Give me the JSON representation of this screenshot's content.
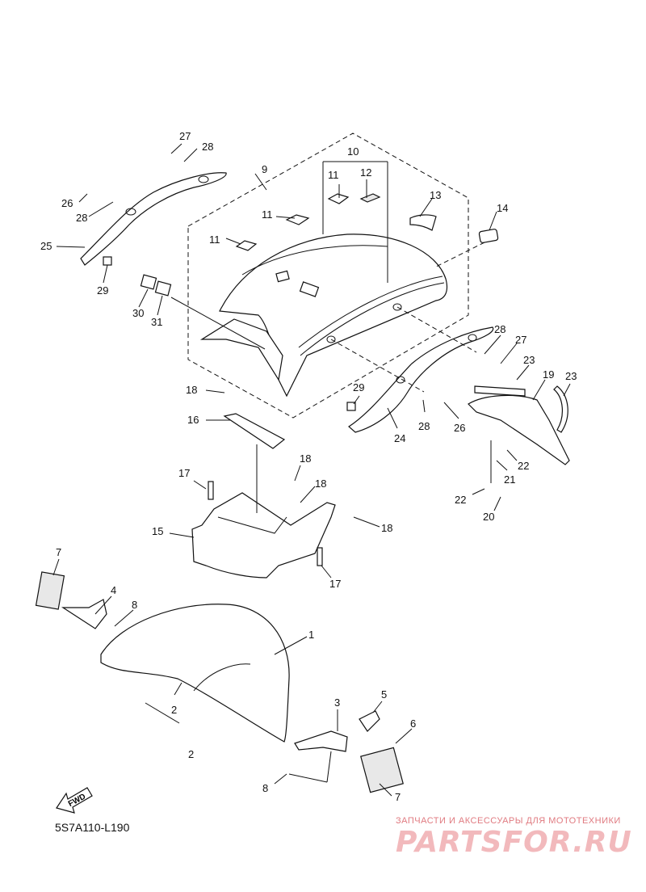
{
  "diagram": {
    "part_code": "5S7A110-L190",
    "watermark": {
      "tagline": "ЗАПЧАСТИ И АКСЕССУАРЫ ДЛЯ МОТОТЕХНИКИ",
      "logo": "PARTSFOR.RU"
    },
    "fwd_label": "FWD",
    "callouts": [
      {
        "id": "c27a",
        "text": "27"
      },
      {
        "id": "c28a",
        "text": "28"
      },
      {
        "id": "c26a",
        "text": "26"
      },
      {
        "id": "c28b",
        "text": "28"
      },
      {
        "id": "c25",
        "text": "25"
      },
      {
        "id": "c29a",
        "text": "29"
      },
      {
        "id": "c30",
        "text": "30"
      },
      {
        "id": "c31",
        "text": "31"
      },
      {
        "id": "c9",
        "text": "9"
      },
      {
        "id": "c10",
        "text": "10"
      },
      {
        "id": "c11a",
        "text": "11"
      },
      {
        "id": "c12",
        "text": "12"
      },
      {
        "id": "c11b",
        "text": "11"
      },
      {
        "id": "c11c",
        "text": "11"
      },
      {
        "id": "c13",
        "text": "13"
      },
      {
        "id": "c14",
        "text": "14"
      },
      {
        "id": "c28c",
        "text": "28"
      },
      {
        "id": "c27b",
        "text": "27"
      },
      {
        "id": "c23a",
        "text": "23"
      },
      {
        "id": "c19",
        "text": "19"
      },
      {
        "id": "c23b",
        "text": "23"
      },
      {
        "id": "c18a",
        "text": "18"
      },
      {
        "id": "c29b",
        "text": "29"
      },
      {
        "id": "c28d",
        "text": "28"
      },
      {
        "id": "c26b",
        "text": "26"
      },
      {
        "id": "c24",
        "text": "24"
      },
      {
        "id": "c16",
        "text": "16"
      },
      {
        "id": "c22a",
        "text": "22"
      },
      {
        "id": "c21",
        "text": "21"
      },
      {
        "id": "c22b",
        "text": "22"
      },
      {
        "id": "c20",
        "text": "20"
      },
      {
        "id": "c18b",
        "text": "18"
      },
      {
        "id": "c17a",
        "text": "17"
      },
      {
        "id": "c18c",
        "text": "18"
      },
      {
        "id": "c15",
        "text": "15"
      },
      {
        "id": "c18d",
        "text": "18"
      },
      {
        "id": "c17b",
        "text": "17"
      },
      {
        "id": "c7a",
        "text": "7"
      },
      {
        "id": "c4",
        "text": "4"
      },
      {
        "id": "c8a",
        "text": "8"
      },
      {
        "id": "c1",
        "text": "1"
      },
      {
        "id": "c2a",
        "text": "2"
      },
      {
        "id": "c2b",
        "text": "2"
      },
      {
        "id": "c3",
        "text": "3"
      },
      {
        "id": "c5",
        "text": "5"
      },
      {
        "id": "c6",
        "text": "6"
      },
      {
        "id": "c8b",
        "text": "8"
      },
      {
        "id": "c7b",
        "text": "7"
      }
    ]
  }
}
